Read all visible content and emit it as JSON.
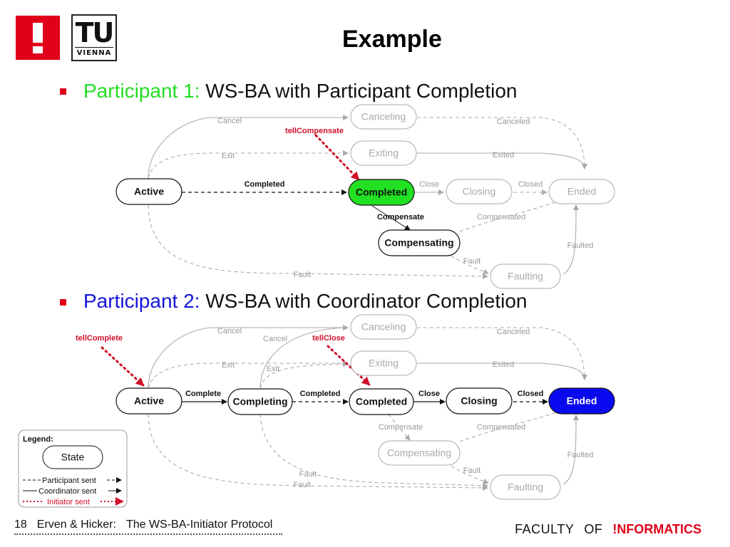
{
  "logo": {
    "mark": "!",
    "tu": "TU",
    "vienna": "VIENNA"
  },
  "title": "Example",
  "participant1": {
    "prefix": "Participant 1:",
    "text": "WS-BA with Participant Completion"
  },
  "participant2": {
    "prefix": "Participant 2:",
    "text": "WS-BA with Coordinator Completion"
  },
  "d1": {
    "states": {
      "active": "Active",
      "canceling": "Canceling",
      "exiting": "Exiting",
      "completed": "Completed",
      "closing": "Closing",
      "ended": "Ended",
      "compensating": "Compensating",
      "faulting": "Faulting"
    },
    "labels": {
      "cancel": "Cancel",
      "canceled": "Canceled",
      "exit": "Exit",
      "exited": "Exited",
      "completed": "Completed",
      "close": "Close",
      "closed": "Closed",
      "compensate": "Compensate",
      "compensated": "Compensated",
      "fault_c": "Fault",
      "fault": "Fault",
      "faulted": "Faulted"
    },
    "initiator": "tellCompensate"
  },
  "d2": {
    "states": {
      "active": "Active",
      "canceling": "Canceling",
      "exiting": "Exiting",
      "completing": "Completing",
      "completed": "Completed",
      "closing": "Closing",
      "ended": "Ended",
      "compensating": "Compensating",
      "faulting": "Faulting"
    },
    "labels": {
      "cancel": "Cancel",
      "cancel2": "Cancel",
      "canceled": "Canceled",
      "exit": "Exit",
      "exit2": "Exit",
      "exited": "Exited",
      "complete": "Complete",
      "completed": "Completed",
      "close": "Close",
      "closed": "Closed",
      "compensate": "Compensate",
      "compensated": "Compensated",
      "fault_c": "Fault",
      "fault_a": "Fault",
      "fault": "Fault",
      "faulted": "Faulted"
    },
    "initiator_complete": "tellComplete",
    "initiator_close": "tellClose"
  },
  "legend": {
    "title": "Legend:",
    "state": "State",
    "participant": "Participant sent",
    "coordinator": "Coordinator sent",
    "initiator": "Initiator sent"
  },
  "footer": {
    "page": "18",
    "authors": "Erven & Hicker:",
    "topic": "The WS-BA-Initiator Protocol",
    "faculty": "FACULTY",
    "of": "OF",
    "informatics": "!NFORMATICS"
  },
  "colors": {
    "brand_red": "#e1001a",
    "p1_green": "#22dd22",
    "p2_blue": "#1414d8",
    "completed_fill": "#22e022",
    "ended_fill": "#0a0af0",
    "gray": "#aaaaaa",
    "initiator": "#d0102a"
  }
}
